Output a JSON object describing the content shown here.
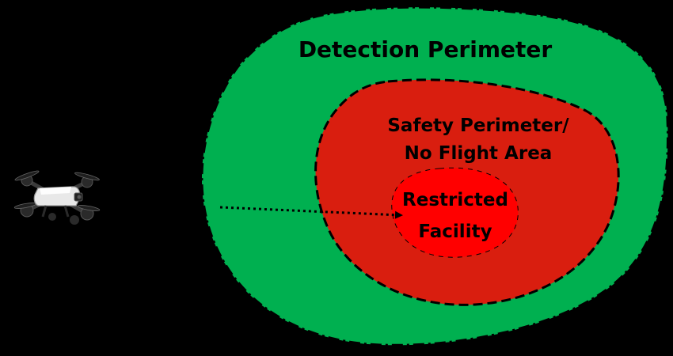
{
  "diagram": {
    "zones": {
      "detection": {
        "label": "Detection Perimeter",
        "fill": "#00b050"
      },
      "safety": {
        "label_line1": "Safety Perimeter/",
        "label_line2": "No Flight Area",
        "fill": "#d91e0f"
      },
      "facility": {
        "label_line1": "Restricted",
        "label_line2": "Facility",
        "fill": "#ff0000"
      }
    },
    "drone": {
      "icon": "quadcopter-drone-icon"
    },
    "flight_path": {
      "style": "dotted-arrow"
    },
    "colors": {
      "background": "#000000",
      "outline": "#000000",
      "text": "#000000"
    }
  }
}
